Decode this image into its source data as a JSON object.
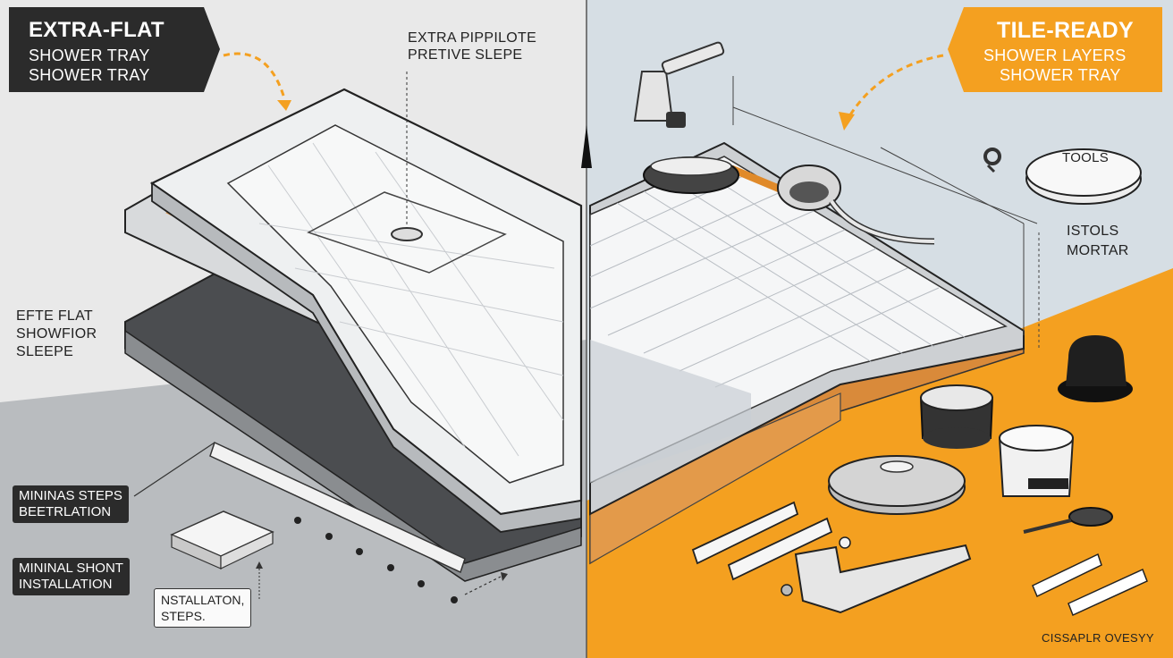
{
  "left_title": {
    "line1": "EXTRA-FLAT",
    "line2": "SHOWER TRAY",
    "line3": "SHOWER TRAY"
  },
  "right_title": {
    "line1": "TILE-READY",
    "line2": "SHOWER LAYERS",
    "line3": "SHOWER TRAY"
  },
  "top_center_label": {
    "line1": "EXTRA PIPPILOTE",
    "line2": "PRETIVE SLEPE"
  },
  "left_side_label": {
    "line1": "EFTE FLAT",
    "line2": "SHOWFIOR",
    "line3": "SLEEPE"
  },
  "steps_tag": {
    "line1": "MININAS STEPS",
    "line2": "BEETRLATION"
  },
  "install_tag": {
    "line1": "MININAL SHONT",
    "line2": "INSTALLATION"
  },
  "install_steps_tag": {
    "line1": "NSTALLATON,",
    "line2": "STEPS."
  },
  "tools_disc_label": "TOOLS",
  "tools_mortar_label": {
    "line1": "ISTOLS",
    "line2": "MORTAR"
  },
  "bottom_right_label": "CISSAPLR OVESYY",
  "colors": {
    "orange": "#f4a020",
    "dark_badge": "#2b2b2b",
    "left_bg": "#e7e7e7",
    "right_bg": "#d5dde3",
    "tray_grey": "#cfd2d5",
    "tile_white": "#f4f5f6",
    "wood": "#d98a3a"
  }
}
